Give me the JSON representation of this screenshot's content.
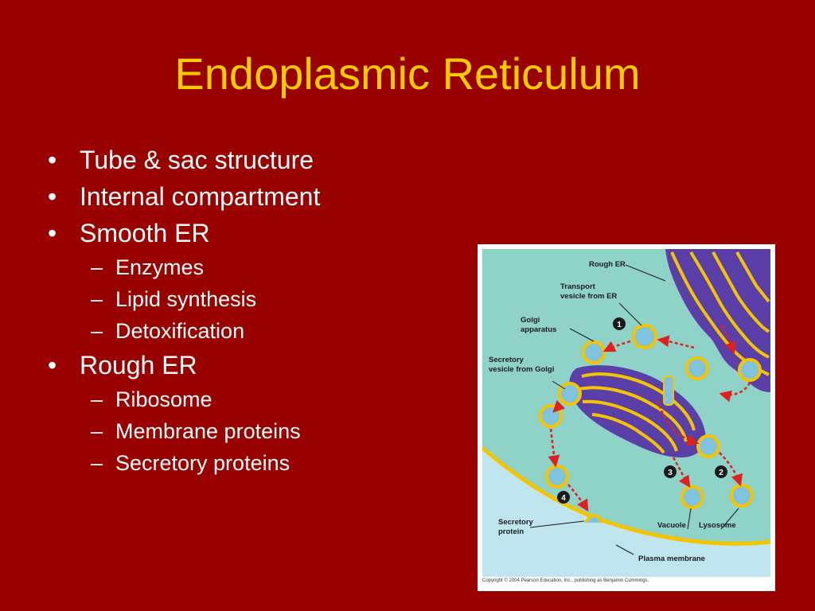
{
  "slide": {
    "title": "Endoplasmic Reticulum",
    "bullets": [
      {
        "text": "Tube & sac structure",
        "level": 1
      },
      {
        "text": "Internal compartment",
        "level": 1
      },
      {
        "text": "Smooth ER",
        "level": 1
      },
      {
        "text": "Enzymes",
        "level": 2
      },
      {
        "text": "Lipid synthesis",
        "level": 2
      },
      {
        "text": "Detoxification",
        "level": 2
      },
      {
        "text": "Rough ER",
        "level": 1
      },
      {
        "text": "Ribosome",
        "level": 2
      },
      {
        "text": "Membrane proteins",
        "level": 2
      },
      {
        "text": "Secretory proteins",
        "level": 2
      }
    ],
    "bullet_mark": "•",
    "sub_mark": "–"
  },
  "figure": {
    "labels": {
      "rough_er": "Rough ER",
      "transport_vesicle_1": "Transport",
      "transport_vesicle_2": "vesicle from ER",
      "golgi_1": "Golgi",
      "golgi_2": "apparatus",
      "secretory_vesicle_1": "Secretory",
      "secretory_vesicle_2": "vesicle from Golgi",
      "secretory_protein_1": "Secretory",
      "secretory_protein_2": "protein",
      "vacuole": "Vacuole",
      "lysosome": "Lysosome",
      "plasma_membrane": "Plasma membrane"
    },
    "steps": [
      "1",
      "2",
      "3",
      "4"
    ],
    "copyright": "Copyright © 2004 Pearson Education, Inc., publishing as Benjamin Cummings."
  },
  "colors": {
    "background": "#990000",
    "title": "#ffcc00",
    "text": "#ffffff",
    "cytoplasm": "#8fd3c8",
    "membrane": "#f5c400",
    "organelle": "#5b3fa8",
    "arrow": "#e02020"
  }
}
